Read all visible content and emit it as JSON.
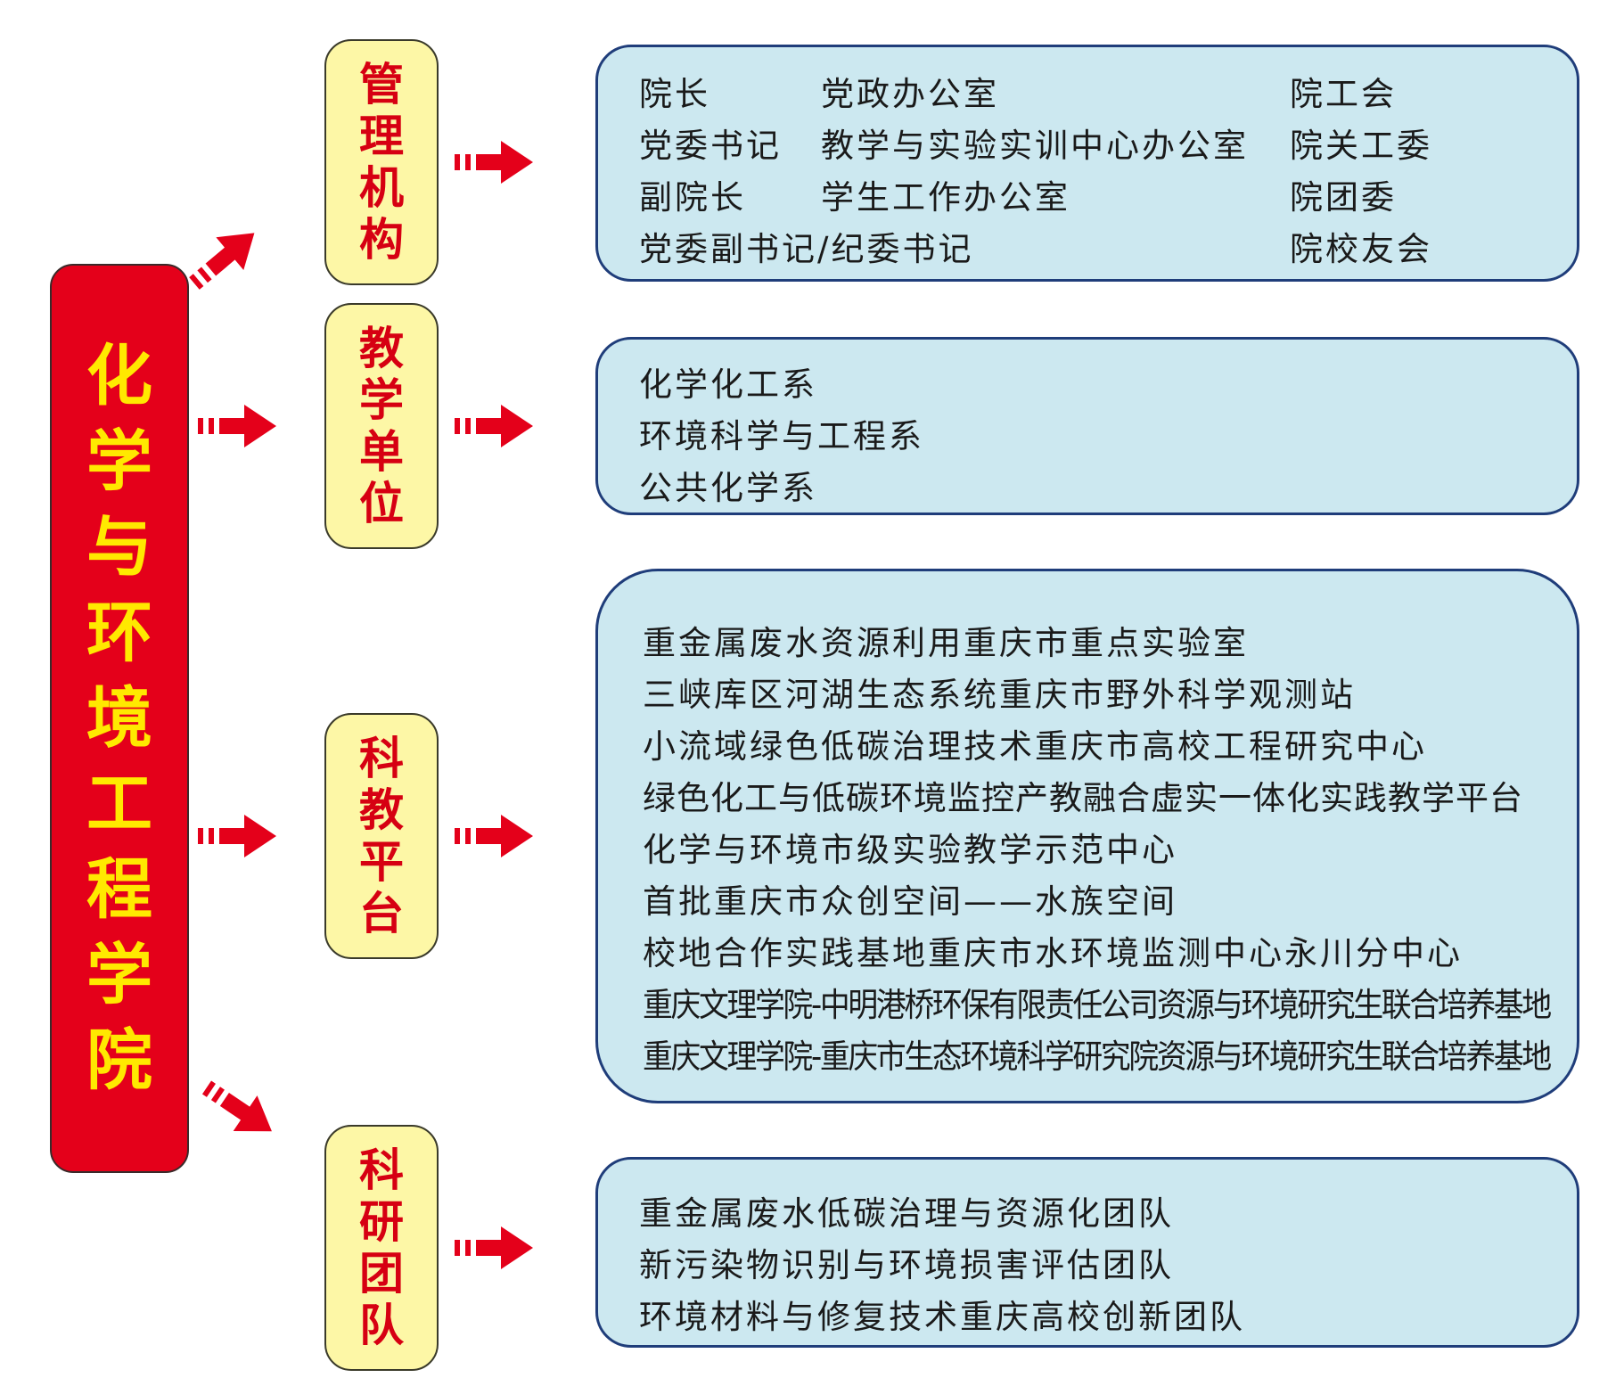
{
  "root": {
    "title": "化学与环境工程学院"
  },
  "categories": [
    {
      "title": "管理机构"
    },
    {
      "title": "教学单位"
    },
    {
      "title": "科教平台"
    },
    {
      "title": "科研团队"
    }
  ],
  "management": {
    "col1": [
      "院长",
      "党委书记",
      "副院长",
      "党委副书记/纪委书记"
    ],
    "col2": [
      "党政办公室",
      "教学与实验实训中心办公室",
      "学生工作办公室"
    ],
    "col3": [
      "院工会",
      "院关工委",
      "院团委",
      "院校友会"
    ]
  },
  "teaching_units": [
    "化学化工系",
    "环境科学与工程系",
    "公共化学系"
  ],
  "platforms": [
    "重金属废水资源利用重庆市重点实验室",
    "三峡库区河湖生态系统重庆市野外科学观测站",
    "小流域绿色低碳治理技术重庆市高校工程研究中心",
    "绿色化工与低碳环境监控产教融合虚实一体化实践教学平台",
    "化学与环境市级实验教学示范中心",
    "首批重庆市众创空间——水族空间",
    "校地合作实践基地重庆市水环境监测中心永川分中心",
    "重庆文理学院-中明港桥环保有限责任公司资源与环境研究生联合培养基地",
    "重庆文理学院-重庆市生态环境科学研究院资源与环境研究生联合培养基地"
  ],
  "research_teams": [
    "重金属废水低碳治理与资源化团队",
    "新污染物识别与环境损害评估团队",
    "环境材料与修复技术重庆高校创新团队"
  ],
  "colors": {
    "root_fill": "#e4001a",
    "root_text": "#ffe900",
    "category_fill": "#fdf7a6",
    "category_text": "#d60012",
    "detail_fill": "#cce8f0",
    "detail_border": "#1f3d7a",
    "arrow": "#e4001a"
  }
}
